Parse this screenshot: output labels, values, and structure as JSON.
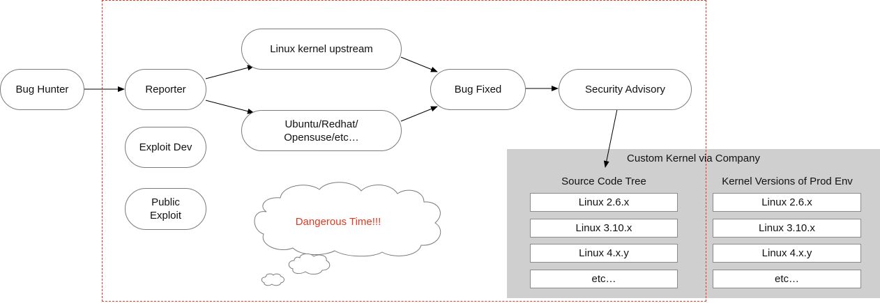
{
  "nodes": {
    "bug_hunter": "Bug Hunter",
    "reporter": "Reporter",
    "exploit_dev": "Exploit Dev",
    "public_exploit": "Public\nExploit",
    "upstream": "Linux kernel upstream",
    "distros": "Ubuntu/Redhat/\nOpensuse/etc…",
    "bug_fixed": "Bug Fixed",
    "advisory": "Security Advisory"
  },
  "cloud": {
    "text": "Dangerous Time!!!"
  },
  "custom_kernel": {
    "title": "Custom Kernel via Company",
    "source_tree": {
      "title": "Source Code Tree",
      "versions": [
        "Linux 2.6.x",
        "Linux 3.10.x",
        "Linux 4.x.y",
        "etc…"
      ]
    },
    "prod_env": {
      "title": "Kernel Versions of Prod Env",
      "versions": [
        "Linux 2.6.x",
        "Linux 3.10.x",
        "Linux 4.x.y",
        "etc…"
      ]
    }
  },
  "colors": {
    "dashed_frame": "#e0391f",
    "panel": "#cfcfcf",
    "cloud_text": "#e0391f"
  }
}
